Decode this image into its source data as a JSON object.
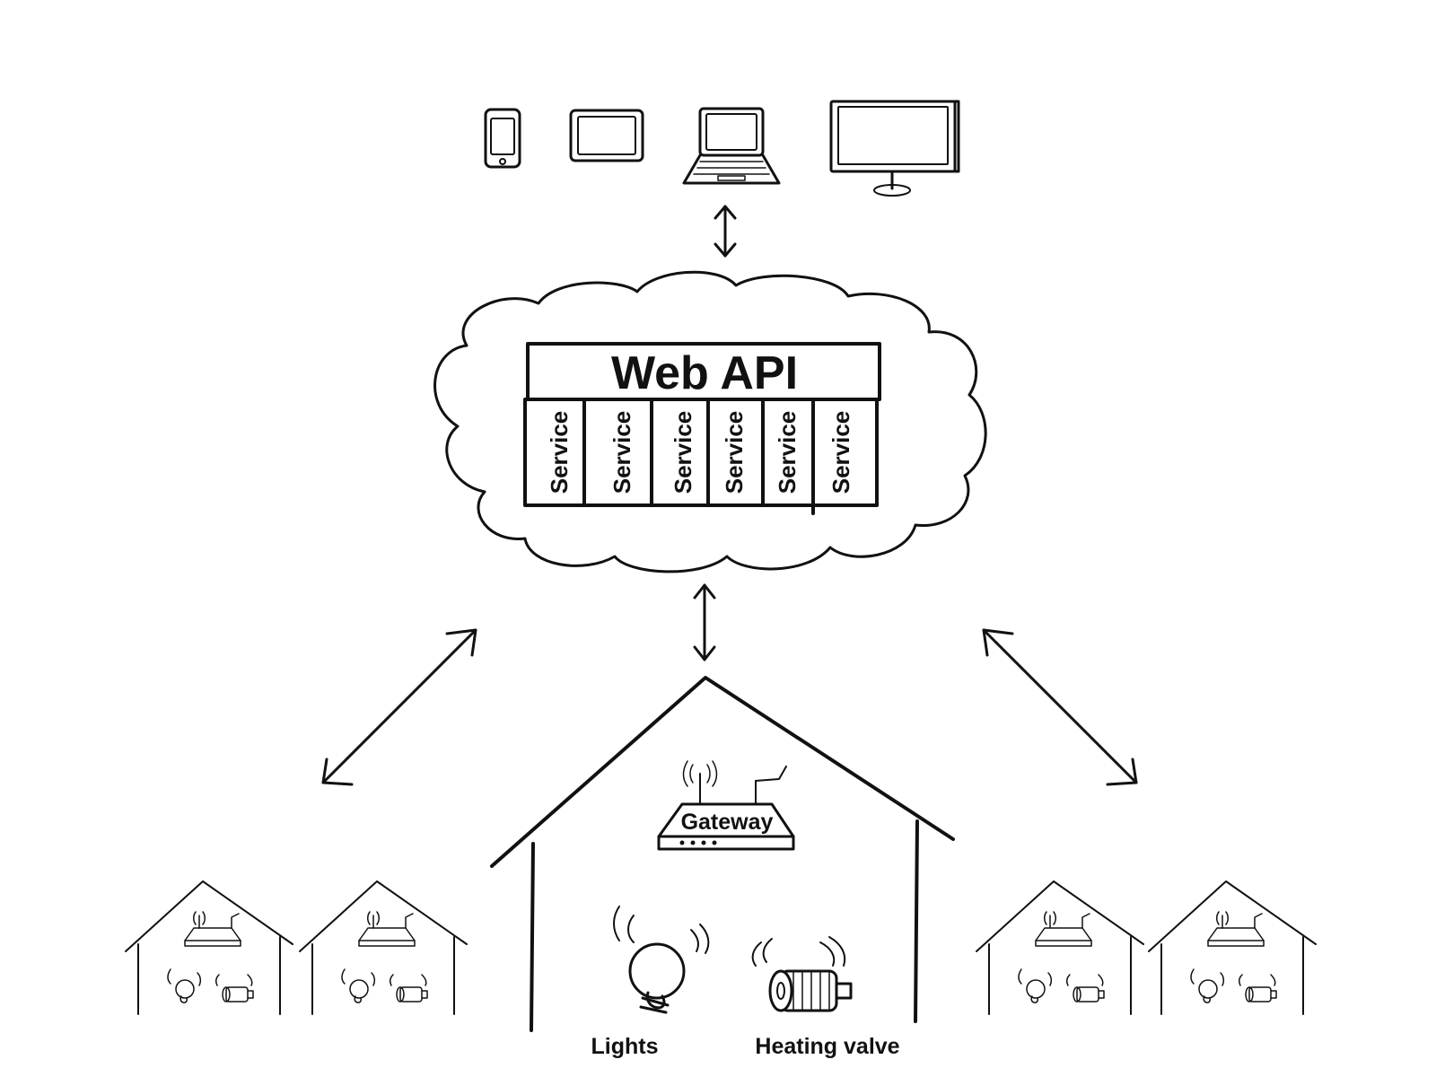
{
  "web_api": {
    "title": "Web API",
    "services": [
      "Service",
      "Service",
      "Service",
      "Service",
      "Service",
      "Service"
    ]
  },
  "gateway": {
    "label": "Gateway"
  },
  "devices": {
    "lights_label": "Lights",
    "heating_valve_label": "Heating valve"
  },
  "clients": {
    "icons": [
      "smartphone-icon",
      "tablet-icon",
      "laptop-icon",
      "monitor-icon"
    ]
  },
  "colors": {
    "ink": "#111111",
    "paper": "#ffffff"
  }
}
